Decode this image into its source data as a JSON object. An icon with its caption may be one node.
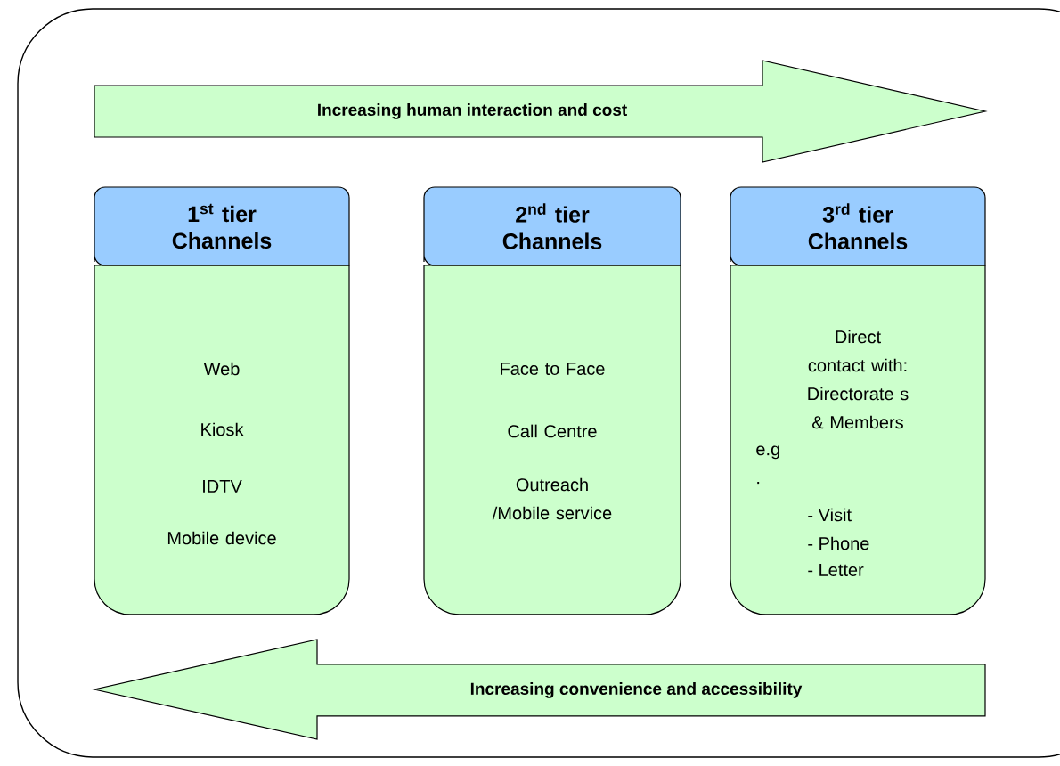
{
  "diagram": {
    "nodes": [
      {
        "text": [],
        "shape": "box"
      },
      {
        "text": [
          "Increasing human interaction and cost"
        ],
        "in": 0
      },
      {
        "text": [
          "1$^{st}$ tier Channels",
          "Web",
          "Kiosk",
          "IDTV",
          "Mobile device"
        ],
        "in": 0
      },
      {
        "text": [
          "2$^{nd}$ tier Channels",
          "Face to Face",
          "Call Centre",
          "Outreach /Mobile service"
        ],
        "in": 0
      },
      {
        "text": [
          "3$^{rd}$ tier Channels",
          "Direct contact with: Directorate s & Members",
          "e.g .",
          "- Visit",
          "- Phone",
          "- Letter"
        ],
        "in": 0
      },
      {
        "text": [
          "Increasing convenience and accessibility"
        ],
        "in": 0
      }
    ]
  }
}
